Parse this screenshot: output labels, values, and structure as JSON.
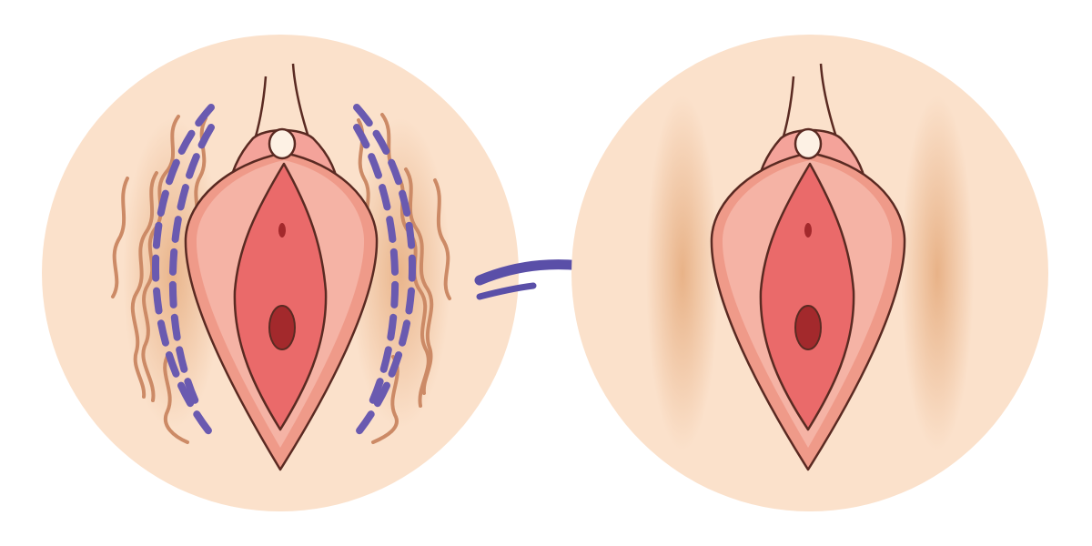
{
  "panels": [
    {
      "state": "before",
      "marked_incision_lines": true,
      "excess_tissue_folds": true
    },
    {
      "state": "after",
      "marked_incision_lines": false,
      "excess_tissue_folds": false,
      "healing_shadows": true
    }
  ],
  "transition_arrow": {
    "direction": "left-to-right"
  },
  "colors": {
    "background": "#ffffff",
    "skin_disc": "#fbe1cb",
    "skin_shadow": "#e6ad80",
    "outline": "#5a2a22",
    "outer_labia": "#ef9a89",
    "outer_labia_light": "#f5b3a5",
    "inner_area": "#ea6a6a",
    "opening": "#a3292c",
    "clitoral_hood": "#f4a39a",
    "clitoris": "#fdf1e4",
    "fold_lines": "#cc8a66",
    "incision_marks": "#6a5ab0",
    "arrow": "#5a4fa8"
  }
}
